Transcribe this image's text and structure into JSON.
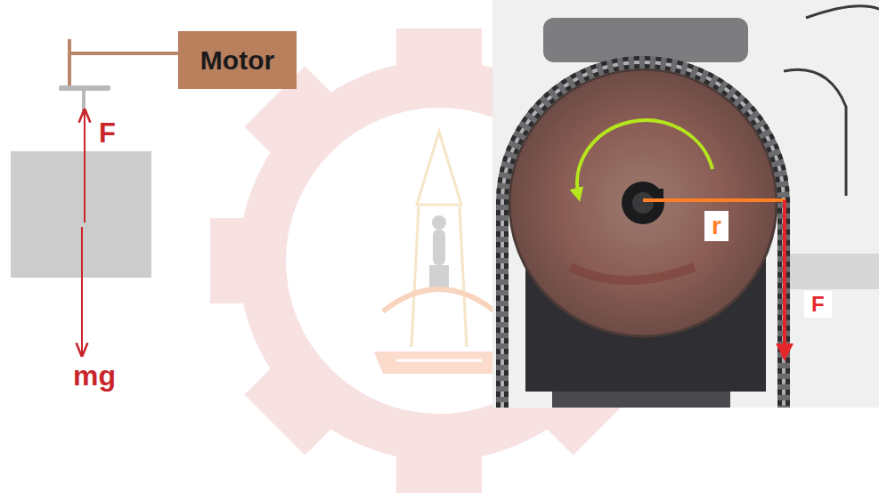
{
  "diagram": {
    "nodes": [
      {
        "text": [
          "Motor"
        ]
      }
    ],
    "labels": [
      "F",
      "mg",
      "r",
      "F"
    ]
  }
}
